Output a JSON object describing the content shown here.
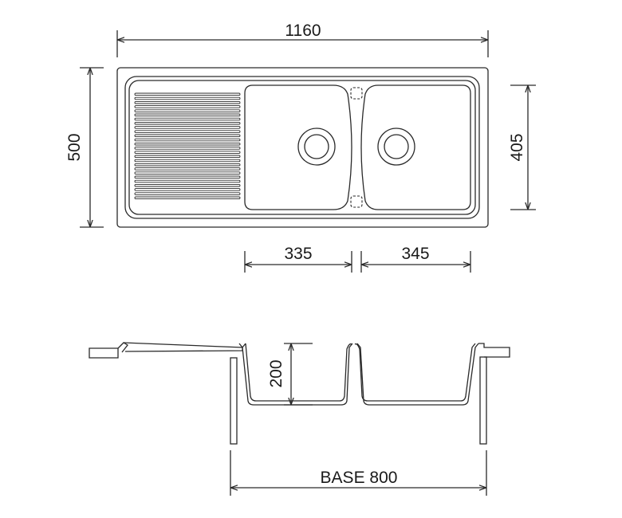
{
  "dimensions": {
    "overall_width": "1160",
    "overall_depth": "500",
    "bowl_depth": "405",
    "bowl_left_width": "335",
    "bowl_right_width": "345",
    "bowl_height": "200",
    "base_label": "BASE 800"
  },
  "colors": {
    "line": "#2a2a2a",
    "background": "#ffffff"
  }
}
